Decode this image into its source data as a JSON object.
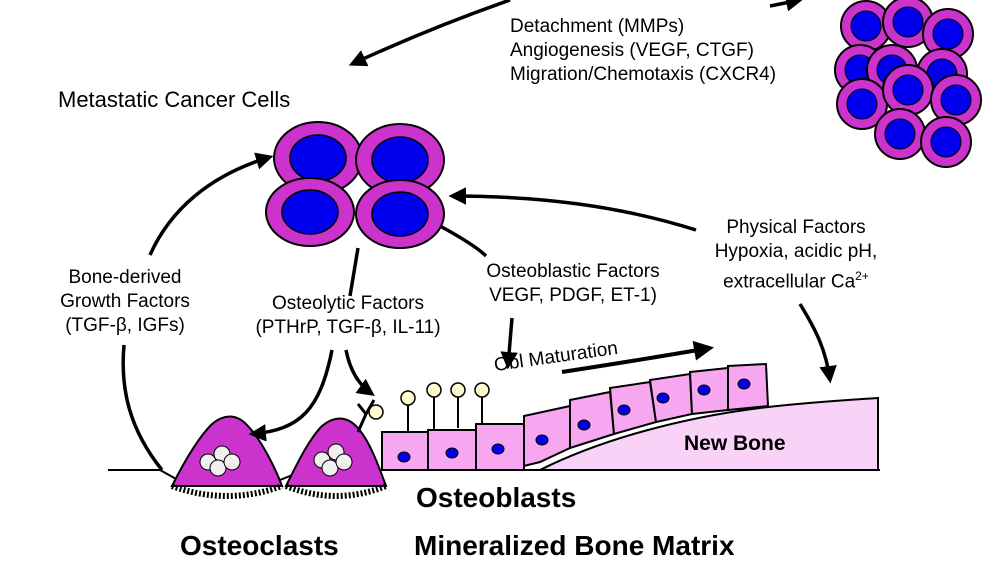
{
  "labels": {
    "cancer_cells": "Metastatic Cancer Cells",
    "top_factors": [
      "Detachment (MMPs)",
      "Angiogenesis (VEGF, CTGF)",
      "Migration/Chemotaxis (CXCR4)"
    ],
    "bone_derived": [
      "Bone-derived",
      "Growth Factors",
      "(TGF-β, IGFs)"
    ],
    "osteolytic": [
      "Osteolytic Factors",
      "(PTHrP, TGF-β, IL-11)"
    ],
    "osteoblastic": [
      "Osteoblastic Factors",
      "VEGF, PDGF, ET-1)"
    ],
    "physical": [
      "Physical Factors",
      "Hypoxia, acidic pH,",
      "extracellular Ca"
    ],
    "physical_sup": "2+",
    "obl_maturation": "Obl Maturation",
    "new_bone": "New Bone",
    "osteoblasts": "Osteoblasts",
    "osteoclasts": "Osteoclasts",
    "matrix": "Mineralized Bone Matrix"
  },
  "colors": {
    "cell_outer": "#cc33cc",
    "cell_nucleus": "#0000ee",
    "osteoblast_fill": "#f7a6f0",
    "new_bone_fill": "#f9d3f7",
    "osteoclast_fill": "#cc33cc",
    "lining": "#000000"
  }
}
